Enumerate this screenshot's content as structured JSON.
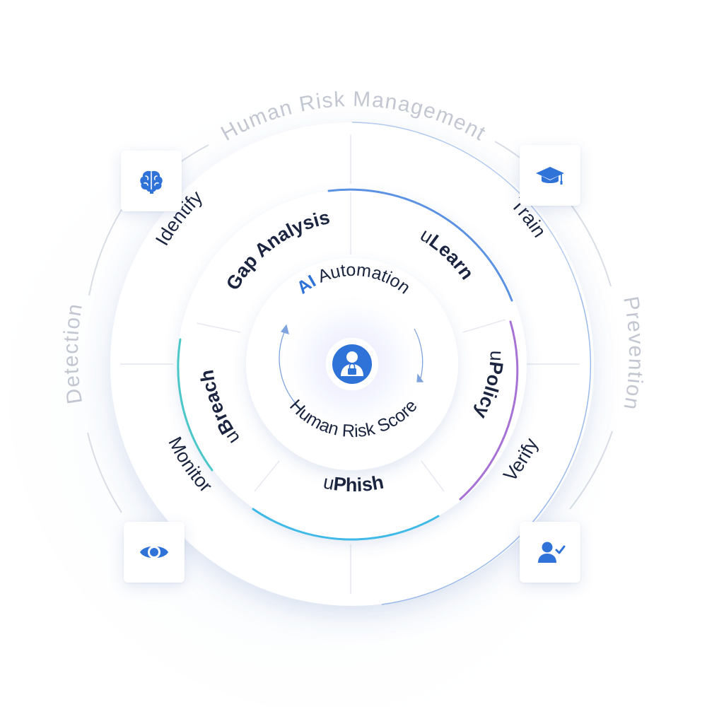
{
  "outer_ring": {
    "title": "Human Risk Management",
    "left": "Detection",
    "right": "Prevention"
  },
  "steps": {
    "identify": "Identify",
    "train": "Train",
    "verify": "Verify",
    "monitor": "Monitor"
  },
  "modules": {
    "gap_analysis": {
      "bold": "Gap Analysis"
    },
    "ulearn": {
      "prefix": "u",
      "bold": "Learn"
    },
    "upolicy": {
      "prefix": "u",
      "bold": "Policy"
    },
    "uphish": {
      "prefix": "u",
      "bold": "Phish"
    },
    "ubreach": {
      "prefix": "u",
      "bold": "Breach"
    }
  },
  "center": {
    "ai_prefix": "AI",
    "ai_rest": " Automation",
    "score": "Human Risk Score"
  },
  "icons": {
    "identify": "brain-icon",
    "train": "graduation-cap-icon",
    "monitor": "eye-icon",
    "verify": "user-check-icon",
    "center": "user-lock-icon"
  },
  "colors": {
    "accent": "#2f73d9",
    "text": "#1b2540",
    "muted": "#c3c7d2",
    "arc_blue": "#4a86e0",
    "arc_purple": "#a772d6",
    "arc_cyan": "#3fb9e8",
    "arc_teal": "#4cc7c7"
  }
}
